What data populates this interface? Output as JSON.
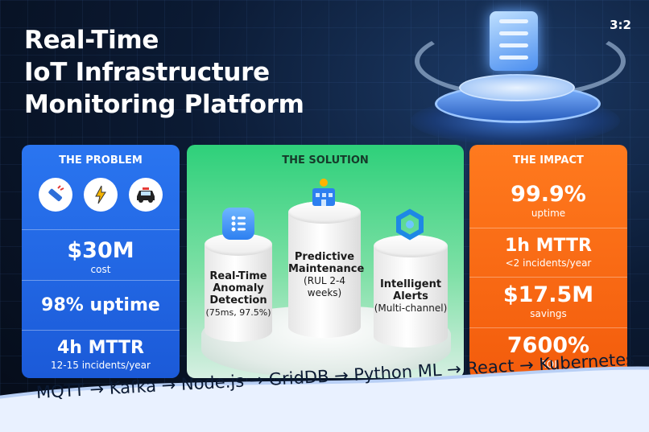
{
  "header": {
    "title_lines": [
      "Real-Time",
      "IoT Infrastructure",
      "Monitoring Platform"
    ],
    "ratio_badge": "3:2"
  },
  "problem": {
    "heading": "THE PROBLEM",
    "icons": [
      "broken-pipe-icon",
      "lightning-icon",
      "vehicle-icon"
    ],
    "cost_value": "$30M",
    "cost_label": "cost",
    "uptime": "98% uptime",
    "mttr": "4h MTTR",
    "incidents": "12-15 incidents/year"
  },
  "solution": {
    "heading": "THE SOLUTION",
    "pillars": [
      {
        "title_line1": "Real-Time",
        "title_line2": "Anomaly",
        "title_line3": "Detection",
        "detail": "(75ms, 97.5%)",
        "icon": "sensor-grid-icon"
      },
      {
        "title_line1": "Predictive",
        "title_line2": "Maintenance",
        "detail": "(RUL 2-4 weeks)",
        "icon": "factory-icon"
      },
      {
        "title_line1": "Intelligent",
        "title_line2": "Alerts",
        "detail": "(Multi-channel)",
        "icon": "alert-ring-icon"
      }
    ]
  },
  "impact": {
    "heading": "THE IMPACT",
    "uptime_value": "99.9%",
    "uptime_label": "uptime",
    "mttr_value": "1h MTTR",
    "incidents": "<2 incidents/year",
    "savings_value": "$17.5M",
    "savings_label": "savings",
    "roi_value": "7600%",
    "roi_label": "ROI"
  },
  "pipeline": {
    "text": "MQTT → Kafka → Node.js → GridDB → Python ML → React → Kubernetes"
  },
  "colors": {
    "problem_blue": "#2a75f0",
    "solution_green": "#2ed07a",
    "impact_orange": "#ff7a1e",
    "background_navy": "#0b1a33"
  }
}
